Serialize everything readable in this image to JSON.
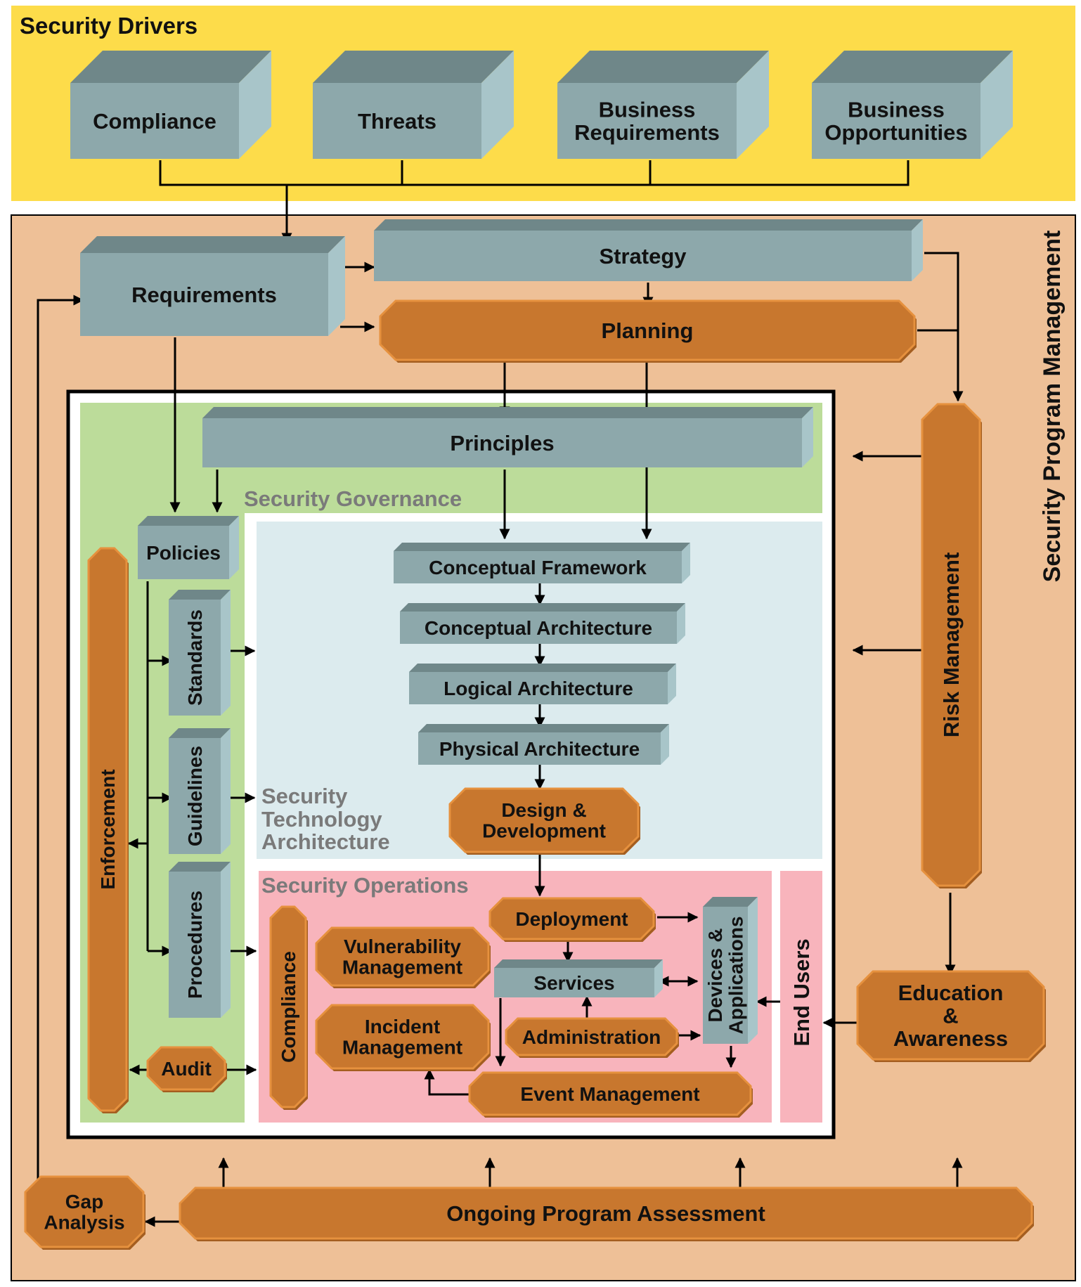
{
  "colors": {
    "drivers_bg": "#fddc4a",
    "program_bg": "#eec097",
    "governance_bg": "#bcdc9a",
    "technology_bg": "#dcebee",
    "operations_bg": "#f8b4bc",
    "enduser_bg": "#f8b4bc",
    "box_front": "#8da8ab",
    "box_top": "#6f8789",
    "box_side": "#a8c5c9",
    "oct_fill": "#c8772e",
    "oct_edge": "#e6913e",
    "oct_dark": "#a45e20",
    "arrow": "#000000"
  },
  "drivers": {
    "title": "Security Drivers",
    "items": [
      "Compliance",
      "Threats",
      "Business Requirements",
      "Business Opportunities"
    ]
  },
  "program": {
    "title": "Security Program Management",
    "requirements": "Requirements",
    "strategy": "Strategy",
    "planning": "Planning",
    "risk_management": "Risk Management",
    "education": "Education & Awareness",
    "assessment": "Ongoing Program Assessment",
    "gap_analysis": "Gap Analysis"
  },
  "governance": {
    "title": "Security Governance",
    "principles": "Principles",
    "policies": "Policies",
    "standards": "Standards",
    "guidelines": "Guidelines",
    "procedures": "Procedures",
    "enforcement": "Enforcement",
    "audit": "Audit"
  },
  "technology": {
    "title": "Security Technology Architecture",
    "conceptual_framework": "Conceptual Framework",
    "conceptual_architecture": "Conceptual Architecture",
    "logical_architecture": "Logical Architecture",
    "physical_architecture": "Physical Architecture",
    "design_development": "Design & Development"
  },
  "operations": {
    "title": "Security Operations",
    "compliance": "Compliance",
    "vulnerability_management": "Vulnerability Management",
    "incident_management": "Incident Management",
    "deployment": "Deployment",
    "services": "Services",
    "administration": "Administration",
    "event_management": "Event Management",
    "devices_applications": "Devices & Applications"
  },
  "end_users": "End Users"
}
